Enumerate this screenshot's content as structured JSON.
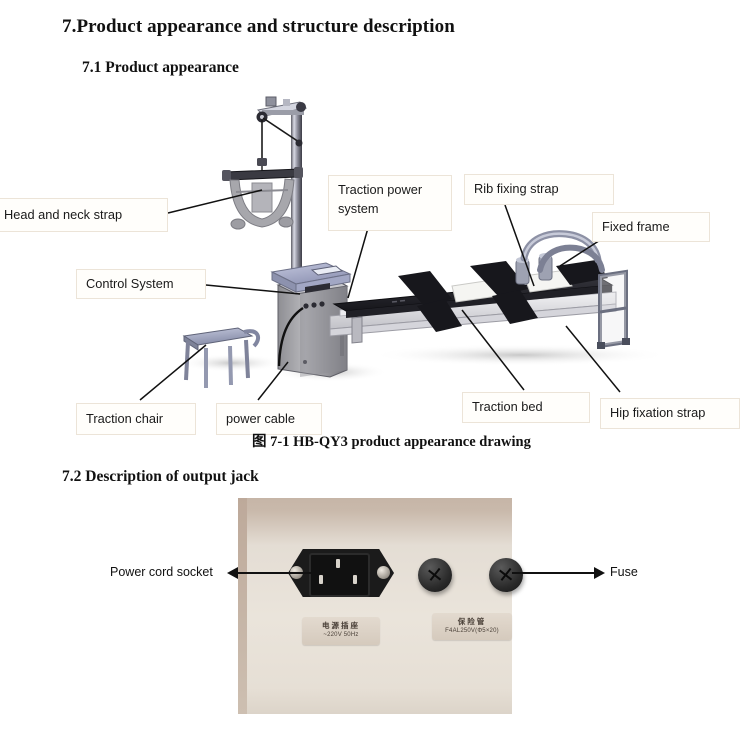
{
  "headings": {
    "section7": "7.Product appearance and structure description",
    "section71": "7.1  Product appearance",
    "section72": "7.2  Description of output jack"
  },
  "figure1": {
    "caption": "图 7-1 HB-QY3 product appearance drawing",
    "callouts": [
      {
        "id": "head-and-neck-strap",
        "label": "Head and neck strap"
      },
      {
        "id": "traction-power-system",
        "label": "Traction    power",
        "label_line2": "system"
      },
      {
        "id": "rib-fixing-strap",
        "label": "Rib fixing strap"
      },
      {
        "id": "fixed-frame",
        "label": "Fixed frame"
      },
      {
        "id": "control-system",
        "label": "Control System"
      },
      {
        "id": "traction-chair",
        "label": "Traction chair"
      },
      {
        "id": "power-cable",
        "label": "power cable"
      },
      {
        "id": "traction-bed",
        "label": "Traction bed"
      },
      {
        "id": "hip-fixation-strap",
        "label": "Hip fixation strap"
      }
    ]
  },
  "figure2": {
    "left_arrow_label": "Power cord socket",
    "right_arrow_label": "Fuse",
    "plates": [
      {
        "id": "power-socket-plate",
        "cn": "电源插座",
        "en": "~220V 50Hz"
      },
      {
        "id": "fuse-plate",
        "cn": "保险管",
        "en": "F4AL250V(Φ5×20)"
      }
    ]
  },
  "colors": {
    "callout_border": "#ece4d8",
    "callout_bg": "#fffefb",
    "panel_beige": "#e4ddd4",
    "panel_tan": "#c6b5a7",
    "ink": "#111111",
    "machine_blue_grey": "#aeb4cf",
    "machine_grey": "#9a9a9e",
    "machine_dark": "#1c1c22"
  }
}
